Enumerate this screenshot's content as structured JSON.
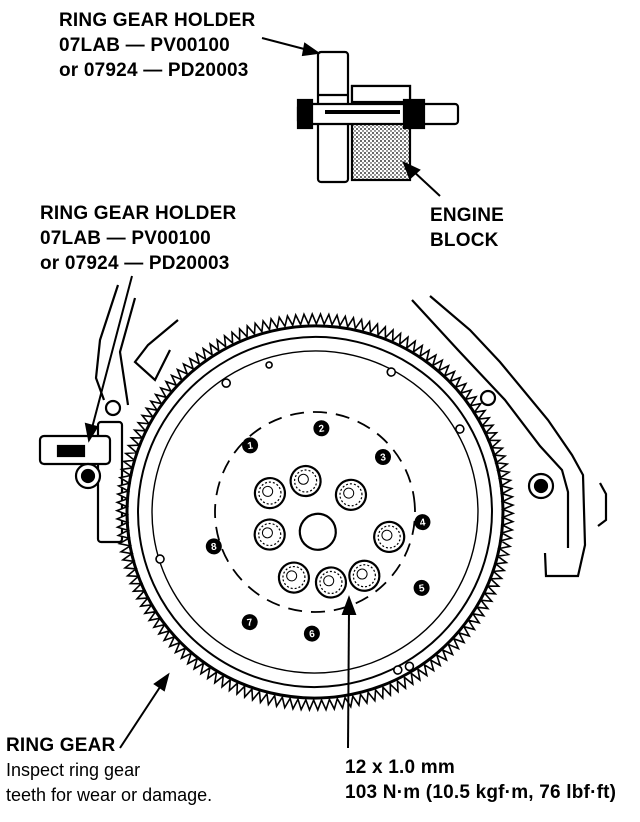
{
  "labels": {
    "holder_top": {
      "line1": "RING GEAR HOLDER",
      "line2": "07LAB — PV00100",
      "line3": "or 07924 — PD20003"
    },
    "holder_side": {
      "line1": "RING GEAR HOLDER",
      "line2": "07LAB — PV00100",
      "line3": "or 07924 — PD20003"
    },
    "engine_block": {
      "line1": "ENGINE",
      "line2": "BLOCK"
    },
    "ring_gear": {
      "title": "RING GEAR",
      "line1": "Inspect ring gear",
      "line2": "teeth for wear or damage."
    },
    "bolt_spec": {
      "line1": "12 x 1.0 mm",
      "line2": "103 N·m (10.5 kgf·m, 76 lbf·ft)"
    }
  },
  "tightening_sequence": [
    "1",
    "2",
    "3",
    "4",
    "5",
    "6",
    "7",
    "8"
  ]
}
